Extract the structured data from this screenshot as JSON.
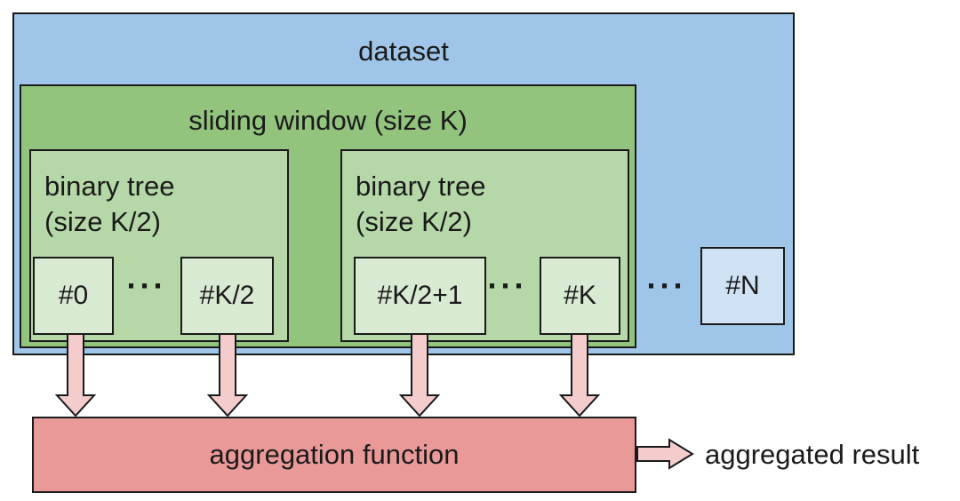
{
  "colors": {
    "dataset_fill": "#9fc5e8",
    "window_fill": "#93c47d",
    "tree_fill": "#b6d7a8",
    "item_fill": "#d9ead3",
    "item_n_fill": "#cfe2f3",
    "aggregation_fill": "#ea9999",
    "arrow_fill": "#f4cccc",
    "border": "#1a1a1a",
    "text": "#1a1a1a"
  },
  "dataset": {
    "label": "dataset"
  },
  "sliding_window": {
    "label": "sliding window (size K)"
  },
  "trees": [
    {
      "label_line1": "binary tree",
      "label_line2": "(size K/2)",
      "items": [
        "#0",
        "#K/2"
      ]
    },
    {
      "label_line1": "binary tree",
      "label_line2": "(size K/2)",
      "items": [
        "#K/2+1",
        "#K"
      ]
    }
  ],
  "dataset_last_item": "#N",
  "ellipsis": "···",
  "aggregation": {
    "label": "aggregation function"
  },
  "result_label": "aggregated result"
}
